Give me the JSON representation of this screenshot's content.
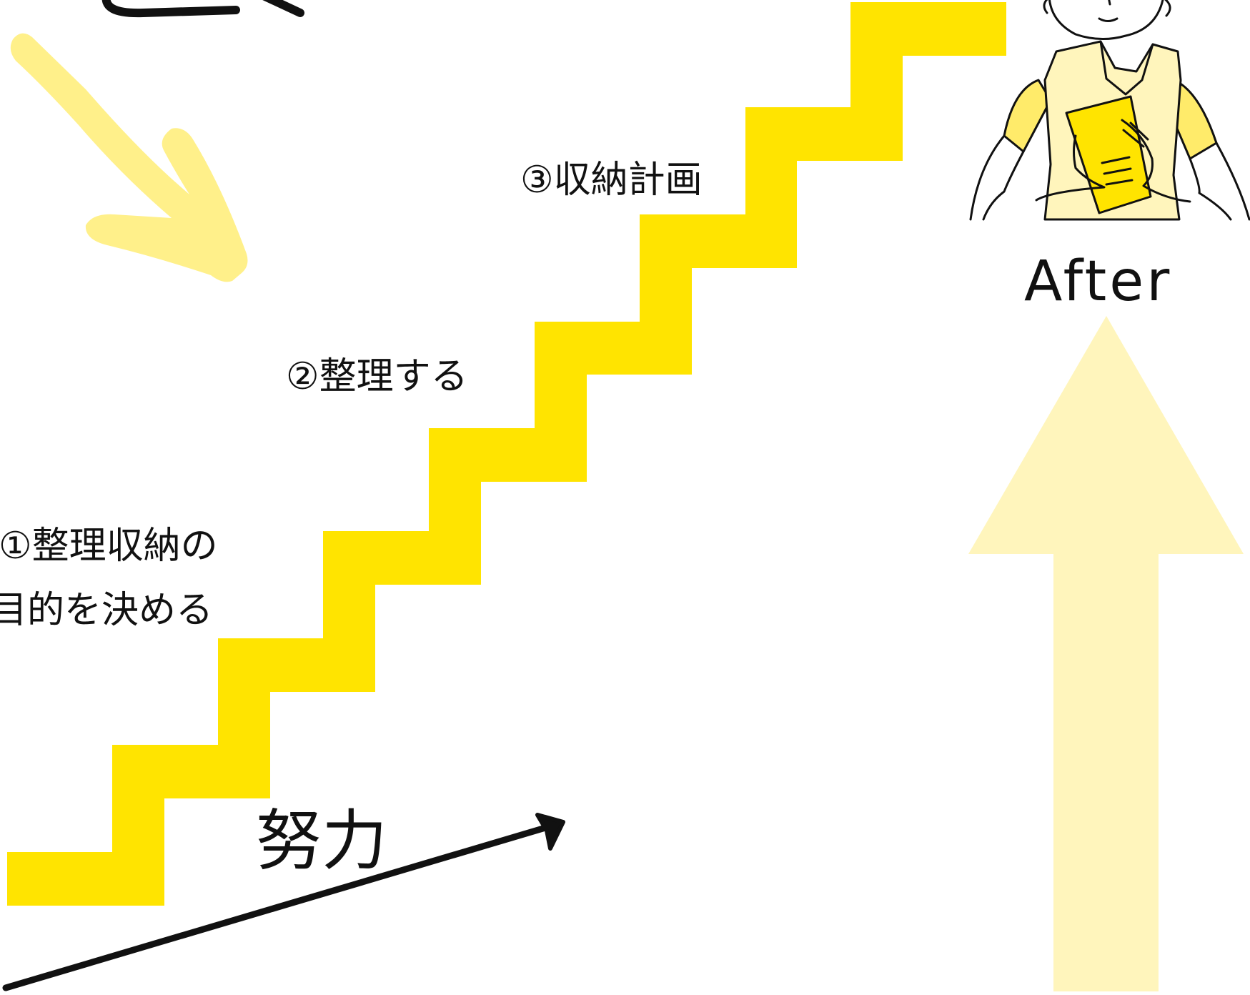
{
  "steps": {
    "step1_line1": "①整理収納の",
    "step1_line2": "目的を決める",
    "step2": "②整理する",
    "step3": "③収納計画"
  },
  "effort_label": "努力",
  "after_label": "After",
  "partial_heading_glyph": "",
  "colors": {
    "stair": "#FFE400",
    "arrow_light": "#FFF5BC",
    "squiggle_arrow": "#FFF08A",
    "person_yellow": "#FFEB6A",
    "ink": "#111111"
  }
}
